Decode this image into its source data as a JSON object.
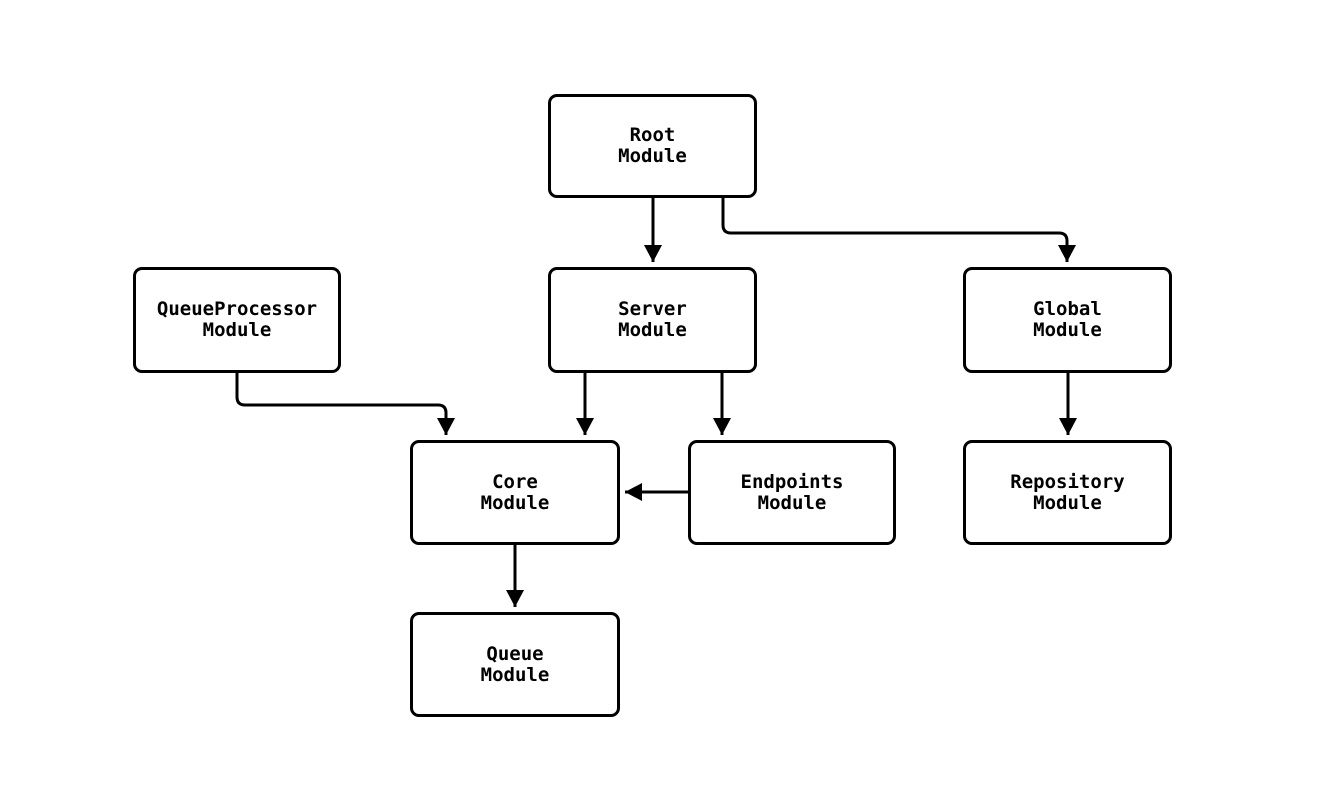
{
  "diagram": {
    "title": "",
    "background_color": "#ffffff",
    "node_fill_color": "#ffffff",
    "node_border_color": "#000000",
    "edge_color": "#000000",
    "text_color": "#000000",
    "nodes": [
      {
        "id": "root",
        "line1": "Root",
        "line2": "Module"
      },
      {
        "id": "queueprocessor",
        "line1": "QueueProcessor",
        "line2": "Module"
      },
      {
        "id": "server",
        "line1": "Server",
        "line2": "Module"
      },
      {
        "id": "global",
        "line1": "Global",
        "line2": "Module"
      },
      {
        "id": "core",
        "line1": "Core",
        "line2": "Module"
      },
      {
        "id": "endpoints",
        "line1": "Endpoints",
        "line2": "Module"
      },
      {
        "id": "repository",
        "line1": "Repository",
        "line2": "Module"
      },
      {
        "id": "queue",
        "line1": "Queue",
        "line2": "Module"
      }
    ],
    "edges": [
      {
        "from": "Root Module",
        "to": "Server Module"
      },
      {
        "from": "Root Module",
        "to": "Global Module"
      },
      {
        "from": "QueueProcessor Module",
        "to": "Core Module"
      },
      {
        "from": "Server Module",
        "to": "Core Module"
      },
      {
        "from": "Server Module",
        "to": "Endpoints Module"
      },
      {
        "from": "Global Module",
        "to": "Repository Module"
      },
      {
        "from": "Endpoints Module",
        "to": "Core Module"
      },
      {
        "from": "Core Module",
        "to": "Queue Module"
      }
    ]
  }
}
